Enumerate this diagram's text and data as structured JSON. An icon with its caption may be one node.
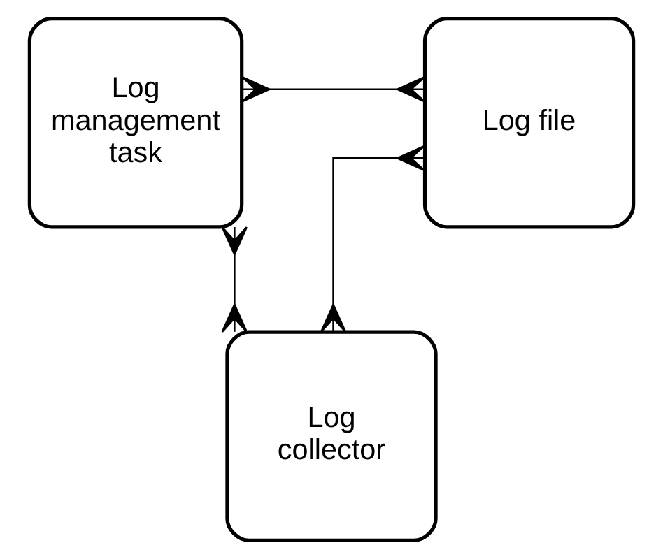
{
  "diagram": {
    "nodes": [
      {
        "text": [
          "Log management task"
        ]
      },
      {
        "text": [
          "Log file"
        ]
      },
      {
        "text": [
          "Log collector"
        ]
      }
    ],
    "edges": [
      {
        "from": 0,
        "to": 1,
        "arrow": "other"
      },
      {
        "from": 0,
        "to": 2,
        "arrow": "other"
      },
      {
        "from": 1,
        "to": 2,
        "arrow": "other"
      }
    ]
  }
}
